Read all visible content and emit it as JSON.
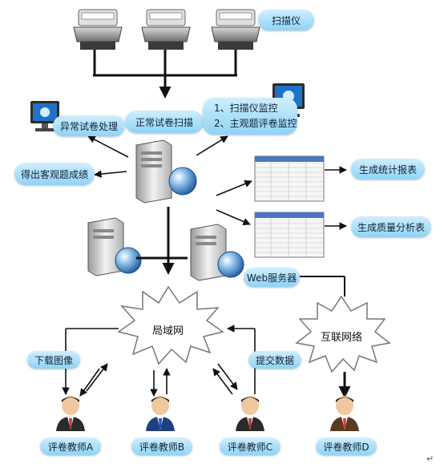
{
  "labels": {
    "scanner": "扫描仪",
    "normal_scan": "正常试卷扫描",
    "abnormal": "异常试卷处理",
    "objective_score": "得出客观题成绩",
    "monitor_line1": "1、扫描仪监控",
    "monitor_line2": "2、主观题评卷监控",
    "stats_report": "生成统计报表",
    "quality_report": "生成质量分析表",
    "web_server": "Web服务器",
    "lan": "局域网",
    "internet": "互联网络",
    "download": "下载图像",
    "submit": "提交数据",
    "teacher_a": "评卷教师A",
    "teacher_b": "评卷教师B",
    "teacher_c": "评卷教师C",
    "teacher_d": "评卷教师D",
    "corner": "↵"
  },
  "colors": {
    "pill_top": "#cfeeff",
    "pill_bottom": "#8fd3f5",
    "arrow": "#111111",
    "server": "#e6e6e6",
    "globe": "#2a6db5",
    "monitor_screen": "#1e73c8",
    "tie_a": "#d03030",
    "tie_b": "#2050b0",
    "tie_c": "#c03030",
    "tie_d": "#d04020"
  },
  "icons": [
    "scanner-icon",
    "server-icon",
    "globe-icon",
    "monitor-icon",
    "spreadsheet-icon",
    "burst-icon",
    "person-icon"
  ]
}
